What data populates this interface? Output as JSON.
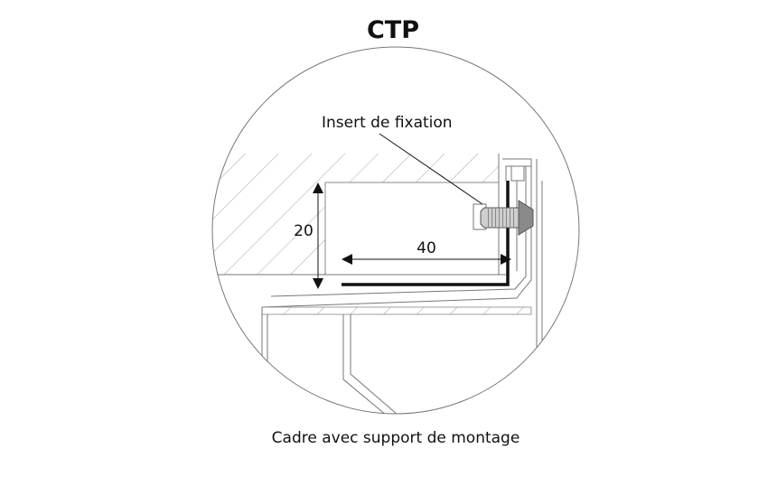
{
  "title": "CTP",
  "caption": "Cadre avec support de montage",
  "labels": {
    "insert": "Insert de fixation",
    "dim_vertical": "20",
    "dim_horizontal": "40"
  },
  "colors": {
    "line": "#111111",
    "thin_line": "#777777",
    "hatch": "#9a9a9a",
    "screw": "#8a8a8a"
  }
}
